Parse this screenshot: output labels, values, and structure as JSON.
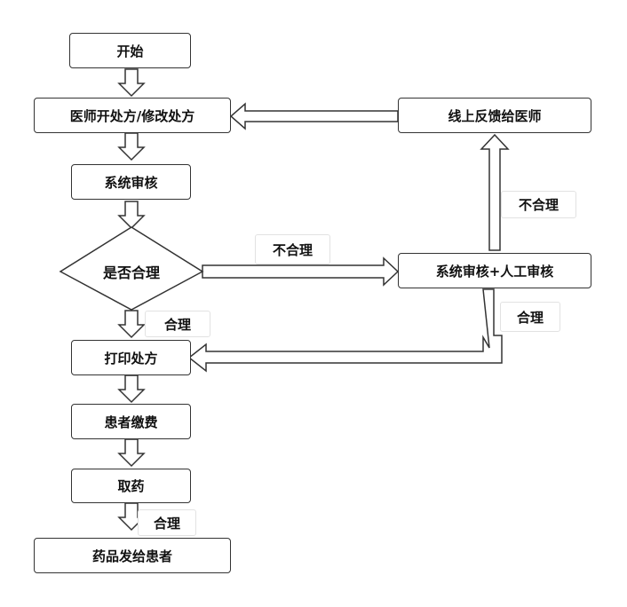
{
  "nodes": {
    "start": "开始",
    "prescribe": "医师开处方/修改处方",
    "system_review": "系统审核",
    "decision": "是否合理",
    "print": "打印处方",
    "pay": "患者缴费",
    "fetch": "取药",
    "dispense": "药品发给患者",
    "feedback": "线上反馈给医师",
    "manual_review": "系统审核+人工审核"
  },
  "labels": {
    "decision_unreasonable": "不合理",
    "decision_reasonable": "合理",
    "manual_unreasonable": "不合理",
    "manual_reasonable": "合理",
    "fetch_reasonable": "合理"
  }
}
